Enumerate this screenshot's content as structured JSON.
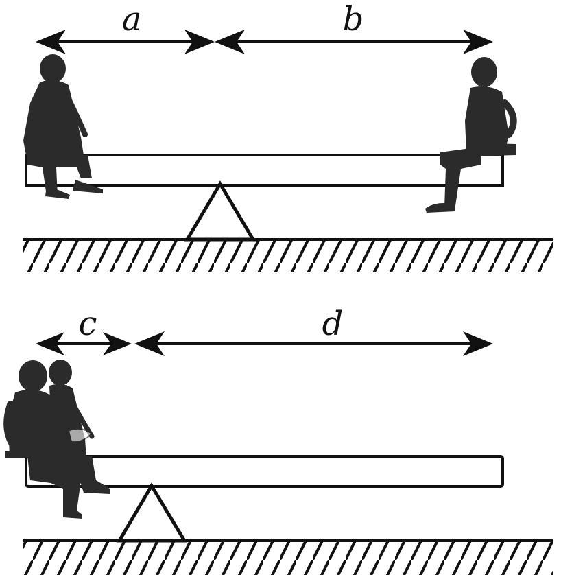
{
  "labels": {
    "a": "a",
    "b": "b",
    "c": "c",
    "d": "d"
  },
  "icons": {
    "person": "seated-person-silhouette-icon",
    "fulcrum": "triangle-fulcrum-icon",
    "ground": "hatched-ground"
  },
  "colors": {
    "ink": "#111111",
    "silhouette": "#2b2b2b",
    "background": "#ffffff"
  }
}
